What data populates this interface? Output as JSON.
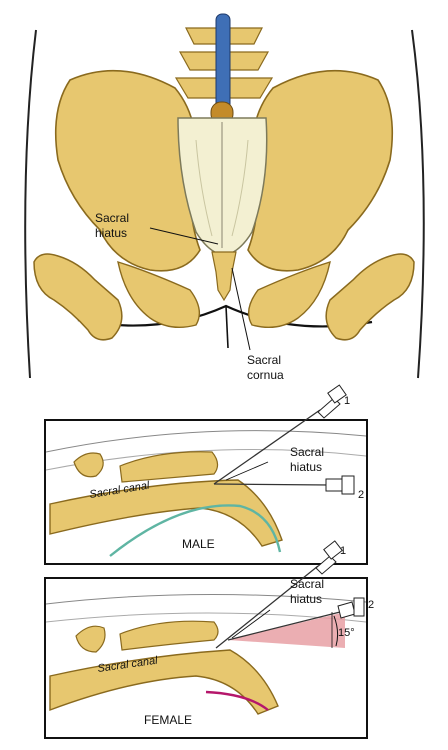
{
  "top_panel": {
    "labels": {
      "sacral_hiatus_line1": "Sacral",
      "sacral_hiatus_line2": "hiatus",
      "sacral_cornua_line1": "Sacral",
      "sacral_cornua_line2": "cornua"
    }
  },
  "male_panel": {
    "title": "MALE",
    "sacral_canal": "Sacral canal",
    "sacral_hiatus_line1": "Sacral",
    "sacral_hiatus_line2": "hiatus",
    "needle_1": "1",
    "needle_2": "2"
  },
  "female_panel": {
    "title": "FEMALE",
    "sacral_canal": "Sacral canal",
    "sacral_hiatus_line1": "Sacral",
    "sacral_hiatus_line2": "hiatus",
    "needle_1": "1",
    "needle_2": "2",
    "angle": "15°"
  },
  "colors": {
    "bone": "#e7c76f",
    "bone_dark": "#b8912f",
    "sacrum": "#f3f0d2",
    "spine_blue": "#3f6fb6",
    "teal_line": "#5fb5a3",
    "magenta_line": "#b5166b",
    "angle_fill": "#e7a0a4"
  }
}
